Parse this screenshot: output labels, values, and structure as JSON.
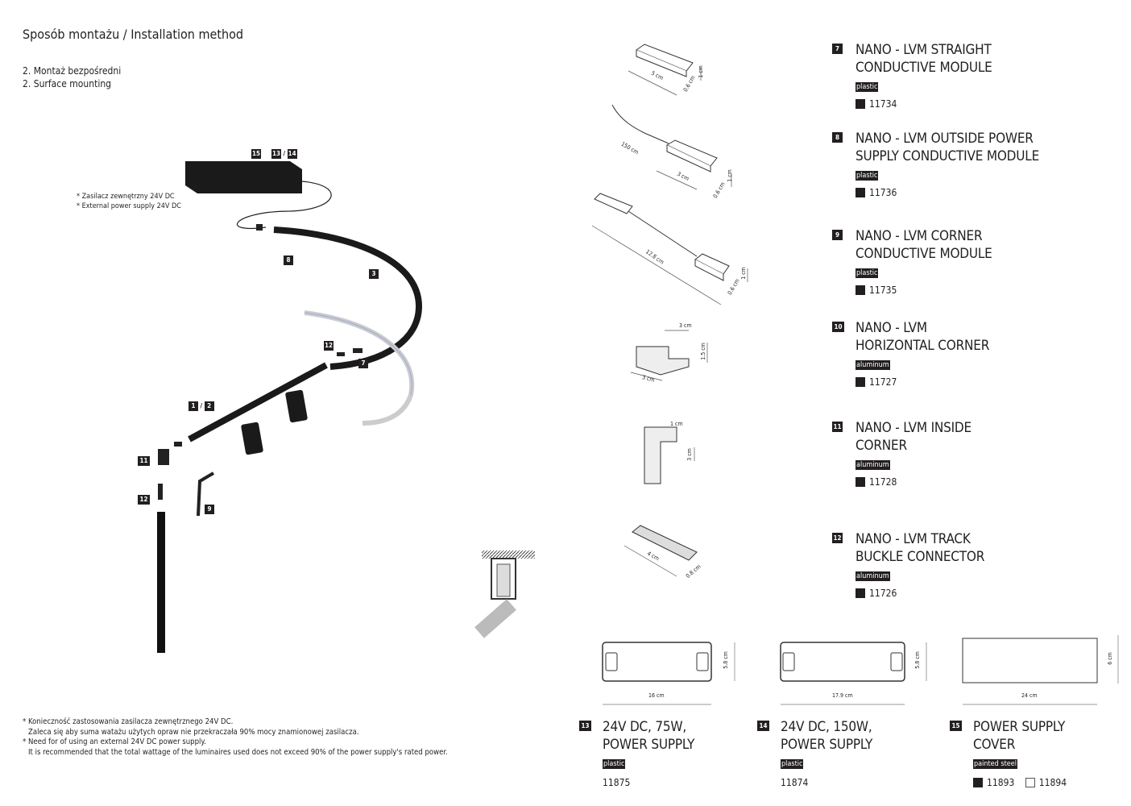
{
  "header": {
    "title": "Sposób montażu / Installation method",
    "subtitle_pl": "2. Montaż bezpośredni",
    "subtitle_en": "2. Surface mounting"
  },
  "diagram": {
    "power_note_pl": "* Zasilacz zewnętrzny 24V DC",
    "power_note_en": "* External power supply 24V DC",
    "asterisk": "*",
    "labels": {
      "l15": "15",
      "l13": "13",
      "l14": "14",
      "slash": "/",
      "l8": "8",
      "l3": "3",
      "l12a": "12",
      "l7": "7",
      "l1": "1",
      "l2": "2",
      "l11": "11",
      "l12b": "12",
      "l9": "9"
    }
  },
  "products": [
    {
      "num": "7",
      "name": "NANO - LVM STRAIGHT\nCONDUCTIVE MODULE",
      "material": "plastic",
      "code": "11734",
      "dims": [
        "5 cm",
        "0.6 cm",
        "1 cm"
      ]
    },
    {
      "num": "8",
      "name": "NANO - LVM OUTSIDE POWER\nSUPPLY CONDUCTIVE MODULE",
      "material": "plastic",
      "code": "11736",
      "dims": [
        "150 cm",
        "3 cm",
        "0.6 cm",
        "1 cm"
      ]
    },
    {
      "num": "9",
      "name": "NANO - LVM CORNER\nCONDUCTIVE MODULE",
      "material": "plastic",
      "code": "11735",
      "dims": [
        "12.8 cm",
        "0.6 cm",
        "1 cm"
      ]
    },
    {
      "num": "10",
      "name": "NANO - LVM\nHORIZONTAL CORNER",
      "material": "aluminum",
      "code": "11727",
      "dims": [
        "3 cm",
        "1.5 cm",
        "3 cm"
      ]
    },
    {
      "num": "11",
      "name": "NANO - LVM INSIDE\nCORNER",
      "material": "aluminum",
      "code": "11728",
      "dims": [
        "1 cm",
        "3 cm"
      ]
    },
    {
      "num": "12",
      "name": "NANO - LVM TRACK\nBUCKLE CONNECTOR",
      "material": "aluminum",
      "code": "11726",
      "dims": [
        "4 cm",
        "0.8 cm"
      ]
    }
  ],
  "supplies": [
    {
      "num": "13",
      "name": "24V DC, 75W,\nPOWER SUPPLY",
      "material": "plastic",
      "code": "11875",
      "width": "16 cm",
      "height": "5.8 cm"
    },
    {
      "num": "14",
      "name": "24V DC, 150W,\nPOWER SUPPLY",
      "material": "plastic",
      "code": "11874",
      "width": "17.9 cm",
      "height": "5.8 cm"
    },
    {
      "num": "15",
      "name": "POWER SUPPLY\nCOVER",
      "material": "painted steel",
      "code_black": "11893",
      "code_white": "11894",
      "width": "24 cm",
      "height": "6 cm"
    }
  ],
  "footnote": {
    "l1": "* Konieczność zastosowania zasilacza zewnętrznego 24V DC.",
    "l2": "Zaleca się aby suma watażu użytych opraw nie przekraczała 90% mocy znamionowej zasilacza.",
    "l3": "* Need for of using an external 24V DC power supply.",
    "l4": "It is recommended that the total wattage of the luminaires used does not exceed 90% of the power supply's rated power."
  },
  "colors": {
    "ink": "#231f20",
    "track": "#1a1a1a"
  }
}
